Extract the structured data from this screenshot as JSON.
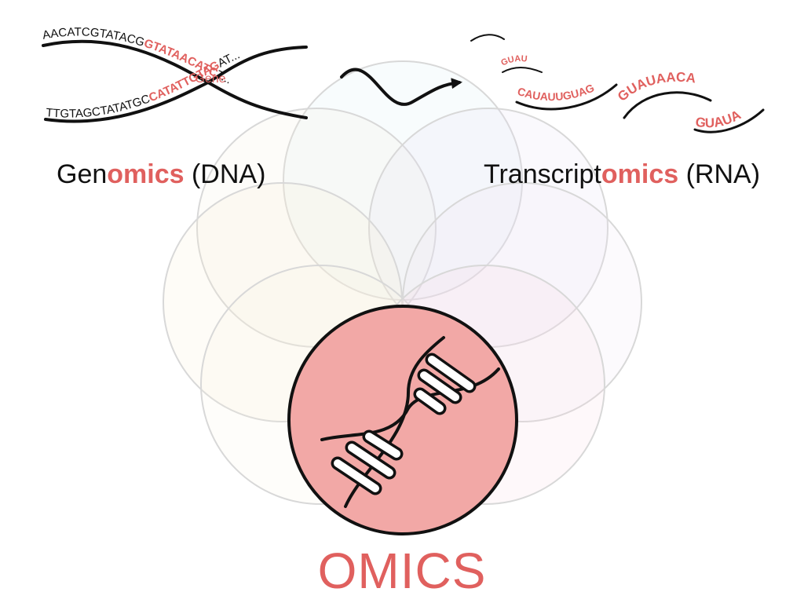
{
  "dna_panel": {
    "top_seq_black": "AACATCGTATACG",
    "top_seq_red": "GTATAACATC",
    "top_seq_tail": "T...",
    "bottom_seq_black": "TTGTAGCTATATGC",
    "bottom_seq_red": "CATATTGTAG",
    "bottom_seq_tail": "AT...",
    "gene_label": "Gene"
  },
  "rna_panel": {
    "frag1": "GUAU",
    "frag2": "CAUAUUGUAG",
    "frag3": "GUAUAACA",
    "frag4": "GUAUA"
  },
  "labels": {
    "genomics_prefix": "Gen",
    "genomics_highlight": "omics",
    "genomics_suffix": " (DNA)",
    "transcriptomics_prefix": "Transcript",
    "transcriptomics_highlight": "omics",
    "transcriptomics_suffix": " (RNA)"
  },
  "title": "OMICS",
  "colors": {
    "accent": "#e0605e",
    "badge_fill": "#f2a8a6",
    "ink": "#111111"
  },
  "icons": {
    "center": "dna-double-helix-icon",
    "arrow": "wavy-arrow-icon"
  }
}
